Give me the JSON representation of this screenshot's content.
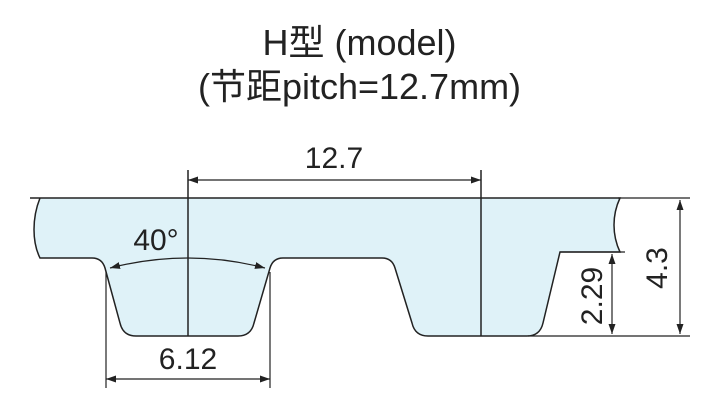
{
  "title": {
    "line1": "H型 (model)",
    "line2": "(节距pitch=12.7mm)"
  },
  "dimensions": {
    "pitch": "12.7",
    "angle": "40°",
    "tooth_width": "6.12",
    "tooth_height": "2.29",
    "belt_height": "4.3"
  },
  "colors": {
    "belt_fill": "#dff2f8",
    "line": "#222222"
  }
}
